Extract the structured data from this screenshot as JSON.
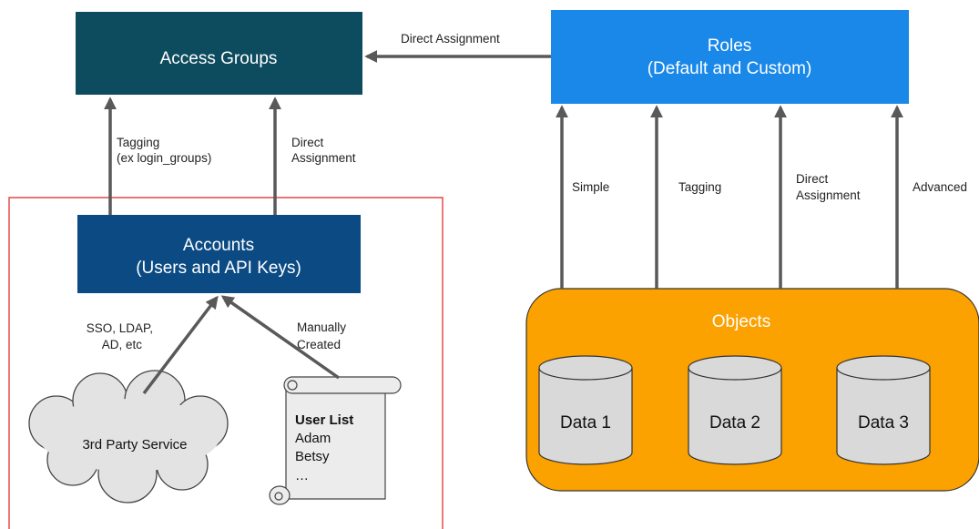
{
  "nodes": {
    "access_groups": {
      "label": "Access Groups",
      "color": "#0d4b5e"
    },
    "roles": {
      "line1": "Roles",
      "line2": "(Default and Custom)",
      "color": "#1a88e8"
    },
    "accounts": {
      "line1": "Accounts",
      "line2": "(Users and API Keys)",
      "color": "#0b4a83"
    },
    "objects": {
      "label": "Objects",
      "color": "#fba100"
    },
    "data": [
      "Data 1",
      "Data 2",
      "Data 3"
    ],
    "third_party": {
      "label": "3rd Party Service"
    },
    "user_list": {
      "title": "User List",
      "items": [
        "Adam",
        "Betsy",
        "…"
      ]
    }
  },
  "edges": {
    "direct_assignment_top": "Direct Assignment",
    "tagging_login": [
      "Tagging",
      "(ex login_groups)"
    ],
    "direct_assignment_accounts": [
      "Direct",
      "Assignment"
    ],
    "sso": [
      "SSO, LDAP,",
      "AD, etc"
    ],
    "manually_created": [
      "Manually",
      "Created"
    ],
    "simple": "Simple",
    "tagging": "Tagging",
    "direct_assignment_roles": [
      "Direct",
      "Assignment"
    ],
    "advanced": "Advanced"
  },
  "colors": {
    "arrow": "#595959",
    "boundary": "#e02020",
    "cylinder": "#d9d9d9",
    "cloud": "#e3e3e3",
    "scroll": "#ececec"
  }
}
